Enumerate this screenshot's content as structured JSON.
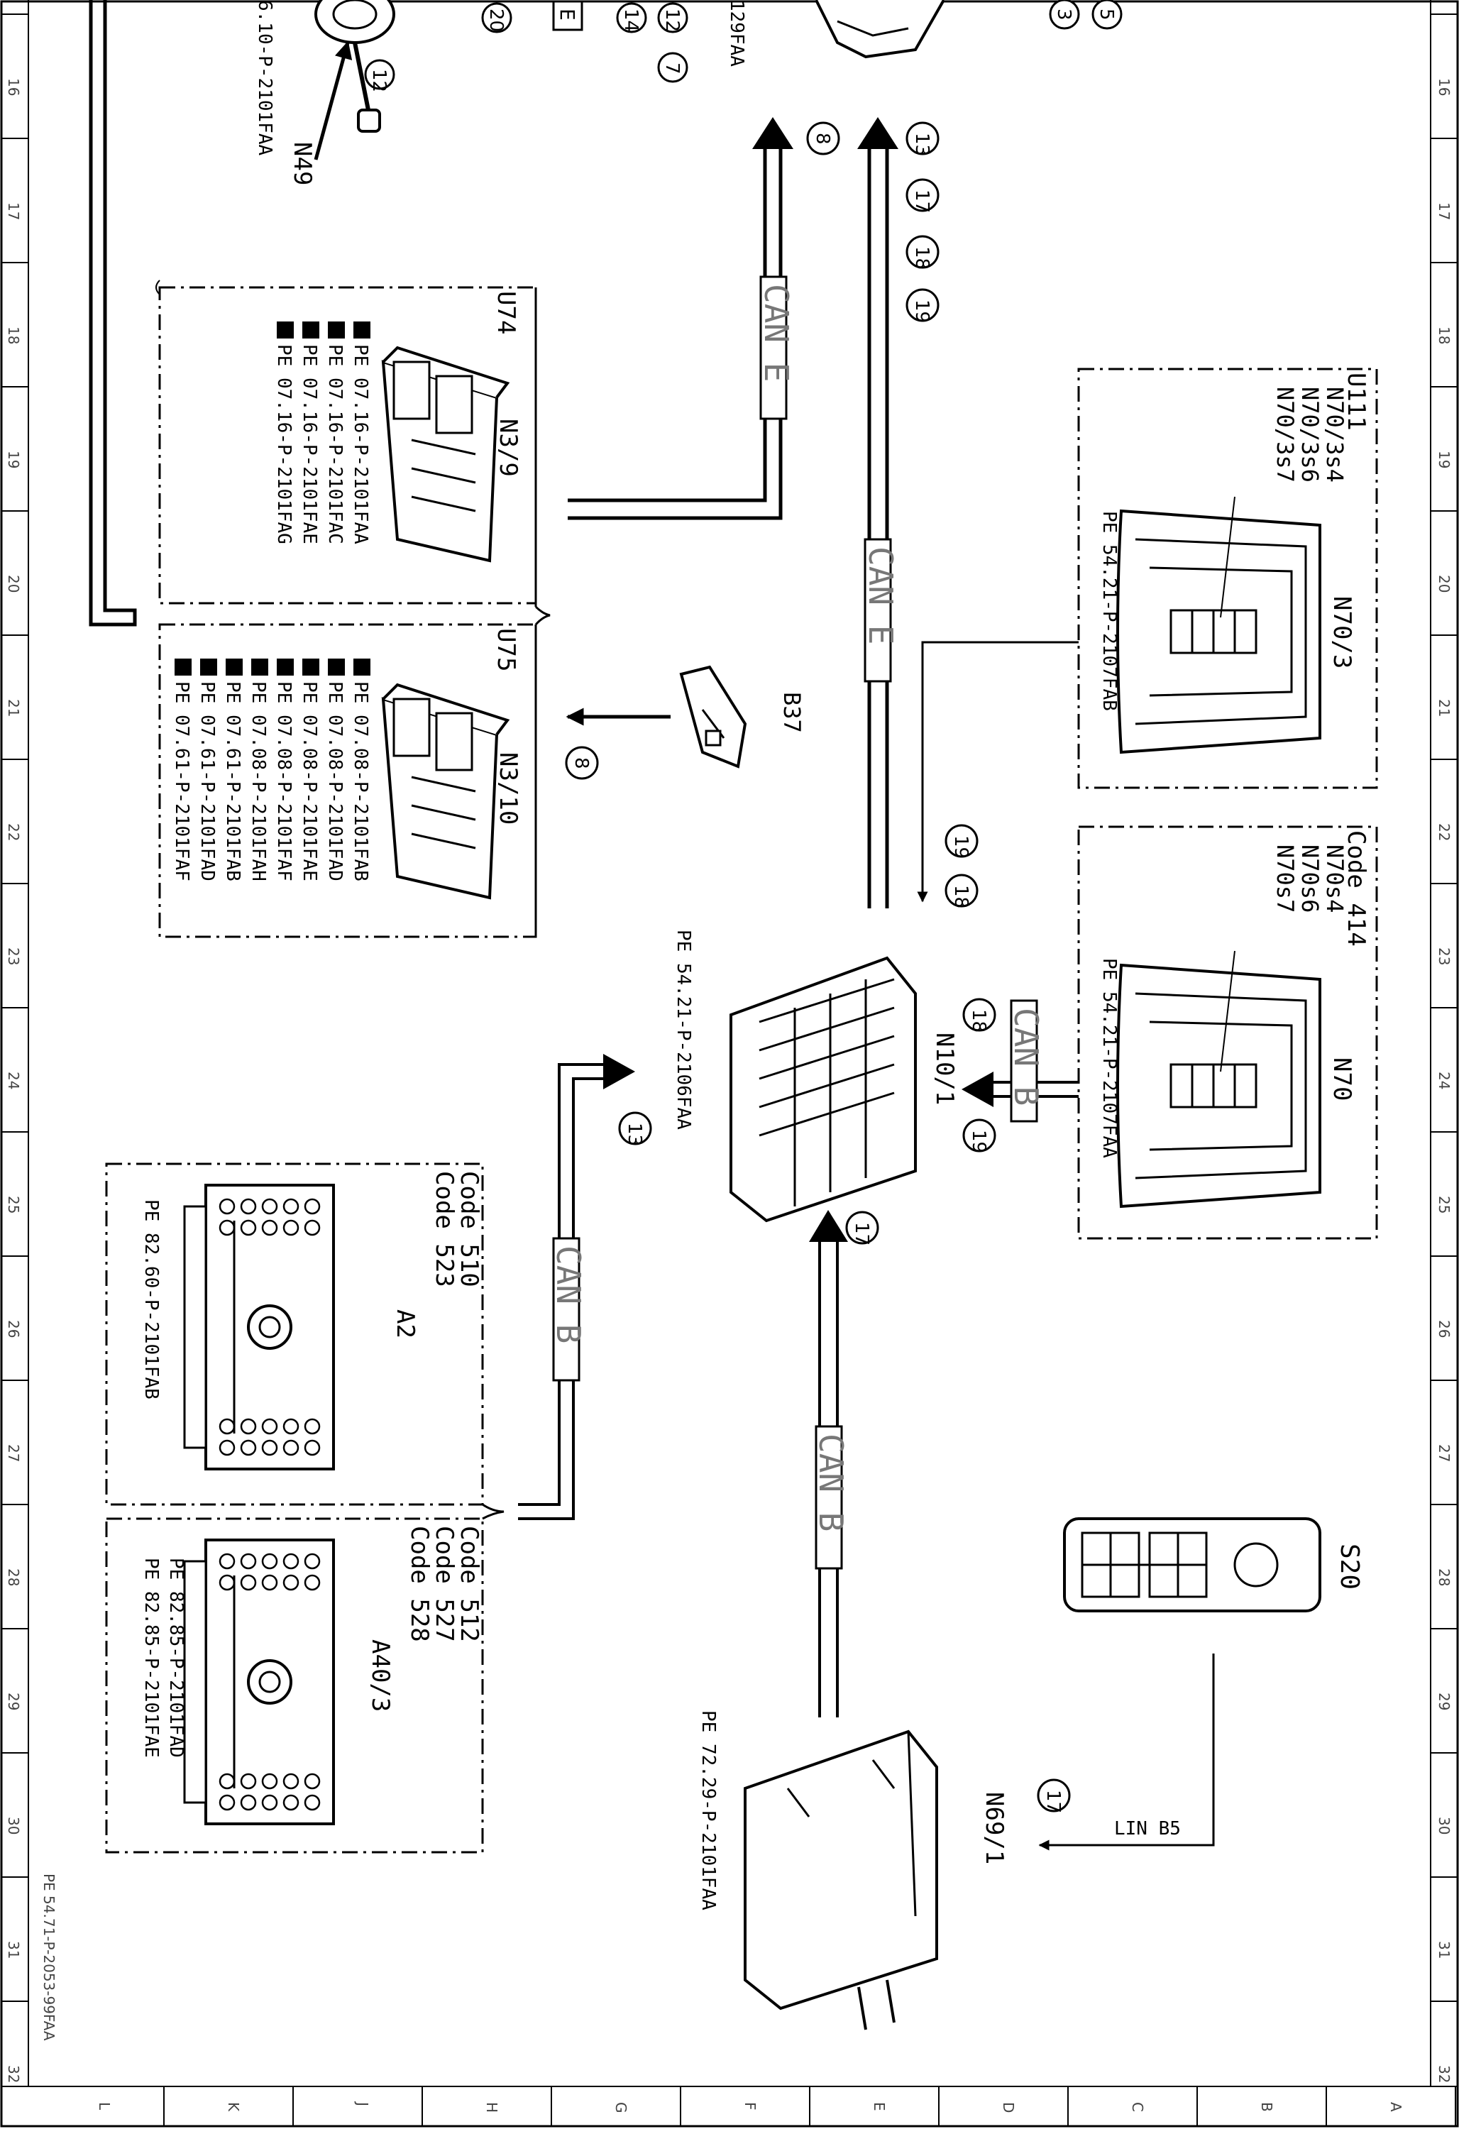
{
  "document_ref": "PE 54.71-P-2053-99FAA",
  "ruler_columns": [
    "16",
    "17",
    "18",
    "19",
    "20",
    "21",
    "22",
    "23",
    "24",
    "25",
    "26",
    "27",
    "28",
    "29",
    "30",
    "31",
    "32"
  ],
  "ruler_rows": [
    "L",
    "K",
    "J",
    "H",
    "G",
    "F",
    "E",
    "D",
    "C",
    "B",
    "A"
  ],
  "top_clip": {
    "n49": "N49",
    "n49_ref": "6.10-P-2101FAA",
    "ref_129": "129FAA",
    "box_e": "E",
    "c12": "12",
    "c20": "20",
    "c14": "14",
    "c12b": "12",
    "c7": "7",
    "c5": "5",
    "c3": "3"
  },
  "wires": {
    "can_e_1": "CAN E",
    "can_e_2": "CAN E",
    "can_b_1": "CAN B",
    "can_b_2": "CAN B",
    "can_b_3": "CAN B",
    "lin_b5": "LIN B5"
  },
  "circles": {
    "c8_top": "8",
    "c13_top": "13",
    "c17_top": "17",
    "c18_top": "18",
    "c19_top": "19",
    "c8_b37": "8",
    "c19_mid": "19",
    "c18_mid": "18",
    "c18_n70": "18",
    "c19_n70": "19",
    "c13_a2": "13",
    "c17_n69": "17",
    "c17_s20": "17"
  },
  "u74": {
    "group": "U74",
    "component": "N3/9",
    "refs": [
      "PE 07.16-P-2101FAA",
      "PE 07.16-P-2101FAC",
      "PE 07.16-P-2101FAE",
      "PE 07.16-P-2101FAG"
    ]
  },
  "u75": {
    "group": "U75",
    "component": "N3/10",
    "refs": [
      "PE 07.08-P-2101FAB",
      "PE 07.08-P-2101FAD",
      "PE 07.08-P-2101FAE",
      "PE 07.08-P-2101FAF",
      "PE 07.08-P-2101FAH",
      "PE 07.61-P-2101FAB",
      "PE 07.61-P-2101FAD",
      "PE 07.61-P-2101FAF"
    ]
  },
  "b37": "B37",
  "u111": {
    "group": "U111",
    "items": [
      "N70/3s4",
      "N70/3s6",
      "N70/3s7"
    ],
    "component": "N70/3",
    "ref": "PE 54.21-P-2107FAB"
  },
  "code414": {
    "group": "Code 414",
    "items": [
      "N70s4",
      "N70s6",
      "N70s7"
    ],
    "component": "N70",
    "ref": "PE 54.21-P-2107FAA"
  },
  "n10": {
    "component": "N10/1",
    "ref": "PE 54.21-P-2106FAA"
  },
  "a2": {
    "codes": [
      "Code 510",
      "Code 523"
    ],
    "component": "A2",
    "ref": "PE 82.60-P-2101FAB"
  },
  "a40": {
    "codes": [
      "Code 512",
      "Code 527",
      "Code 528"
    ],
    "component": "A40/3",
    "refs": [
      "PE 82.85-P-2101FAD",
      "PE 82.85-P-2101FAE"
    ]
  },
  "s20": "S20",
  "n69": {
    "component": "N69/1",
    "ref": "PE 72.29-P-2101FAA"
  }
}
